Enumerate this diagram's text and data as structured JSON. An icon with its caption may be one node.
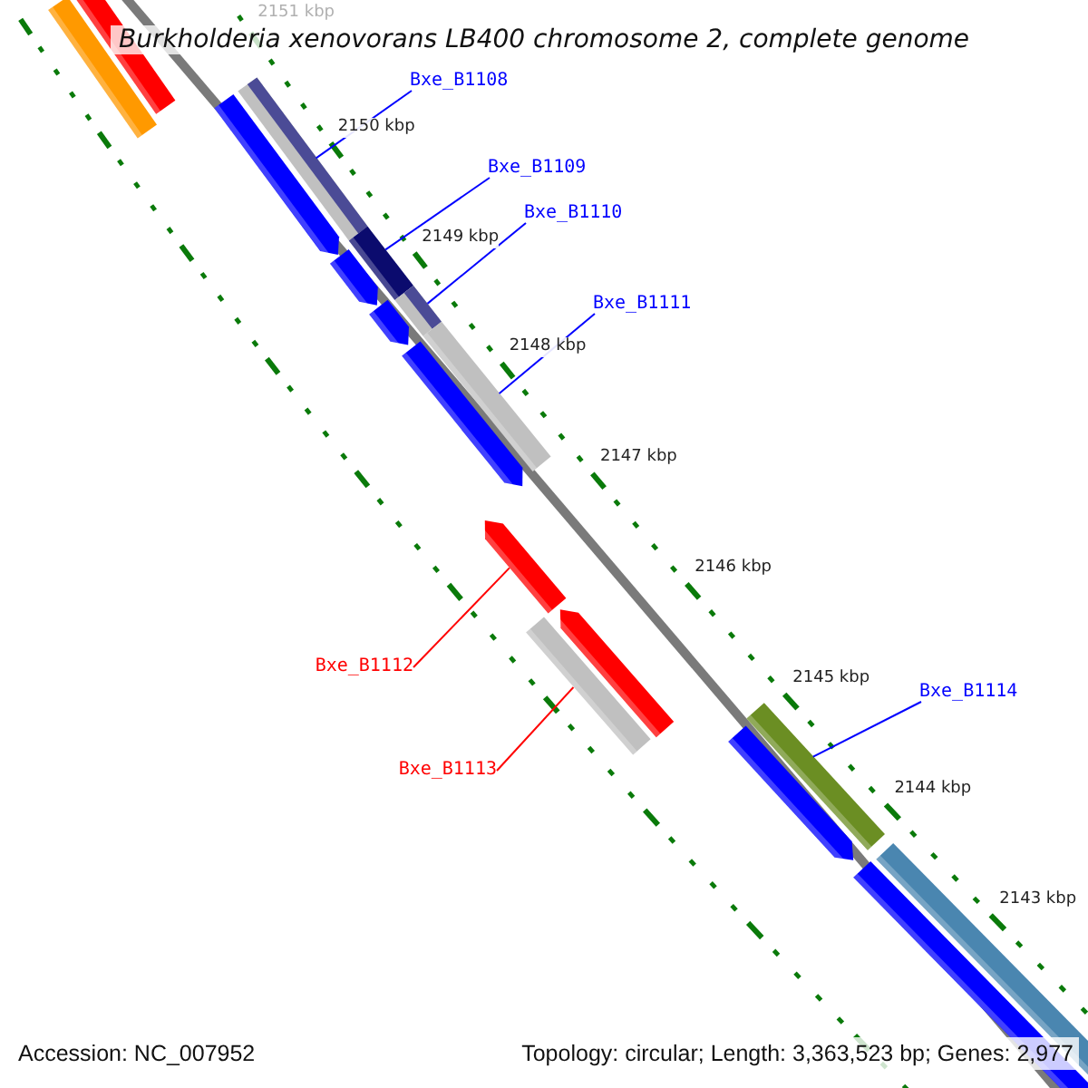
{
  "diagram": {
    "title": "Burkholderia xenovorans LB400 chromosome 2, complete genome",
    "nodes": [
      {
        "text": [
          "Bxe_B1108"
        ]
      },
      {
        "text": [
          "Bxe_B1109"
        ]
      },
      {
        "text": [
          "Bxe_B1110"
        ]
      },
      {
        "text": [
          "Bxe_B1111"
        ]
      },
      {
        "text": [
          "Bxe_B1112"
        ]
      },
      {
        "text": [
          "Bxe_B1113"
        ]
      },
      {
        "text": [
          "Bxe_B1114"
        ]
      },
      {
        "text": [],
        "shape": "bar"
      },
      {
        "text": [],
        "shape": "bar"
      },
      {
        "text": [],
        "shape": "bar"
      },
      {
        "text": [],
        "shape": "bar"
      },
      {
        "text": [],
        "shape": "bar"
      },
      {
        "text": [],
        "shape": "bar"
      },
      {
        "text": [],
        "shape": "bar"
      }
    ],
    "edges": [
      {
        "from": 0,
        "to": 7,
        "arrow": "none"
      },
      {
        "from": 1,
        "to": 8,
        "arrow": "none"
      },
      {
        "from": 2,
        "to": 9,
        "arrow": "none"
      },
      {
        "from": 3,
        "to": 10,
        "arrow": "none"
      },
      {
        "from": 4,
        "to": 11,
        "arrow": "none",
        "color": "#ff0000"
      },
      {
        "from": 5,
        "to": 12,
        "arrow": "none",
        "color": "#ff0000"
      },
      {
        "from": 6,
        "to": 13,
        "arrow": "none"
      }
    ],
    "labels": [
      "2151 kbp",
      "2150 kbp",
      "2149 kbp",
      "2148 kbp",
      "2147 kbp",
      "2146 kbp",
      "2145 kbp",
      "2144 kbp",
      "2143 kbp",
      "Accession: NC_007952",
      "Topology: circular; Length: 3,363,523 bp; Genes: 2,977"
    ]
  }
}
